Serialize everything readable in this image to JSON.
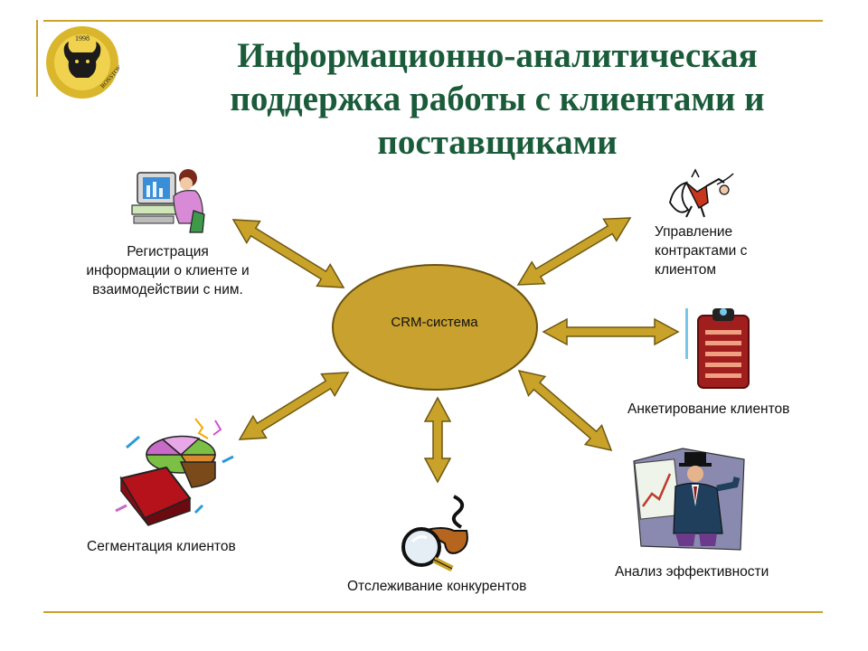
{
  "title": {
    "line1": "Информационно-аналитическая",
    "line2": "поддержка работы с клиентами и",
    "line3": "поставщиками"
  },
  "logo": {
    "icon": "bull-seal-icon",
    "year": "1998",
    "text": "ROSSTOK"
  },
  "center": {
    "label": "CRM-система"
  },
  "nodes": {
    "registration": {
      "line1": "Регистрация",
      "line2": "информации о клиенте и",
      "line3": "взаимодействии с ним.",
      "icon": "computer-user-icon"
    },
    "contracts": {
      "line1": "Управление",
      "line2": "контрактами с",
      "line3": "клиентом",
      "icon": "contract-figure-icon"
    },
    "survey": {
      "label": "Анкетирование клиентов",
      "icon": "clipboard-icon"
    },
    "efficiency": {
      "label": "Анализ эффективности",
      "icon": "businessman-chart-icon"
    },
    "competitors": {
      "label": "Отслеживание конкурентов",
      "icon": "magnifier-pipe-icon"
    },
    "segmentation": {
      "label": "Сегментация клиентов",
      "icon": "pie-chart-icon"
    }
  },
  "colors": {
    "accent_rule": "#c9a22a",
    "title": "#1a5b3a",
    "ellipse_fill": "#c9a12e",
    "arrow_fill": "#c9a22a",
    "arrow_stroke": "#6e5810"
  }
}
